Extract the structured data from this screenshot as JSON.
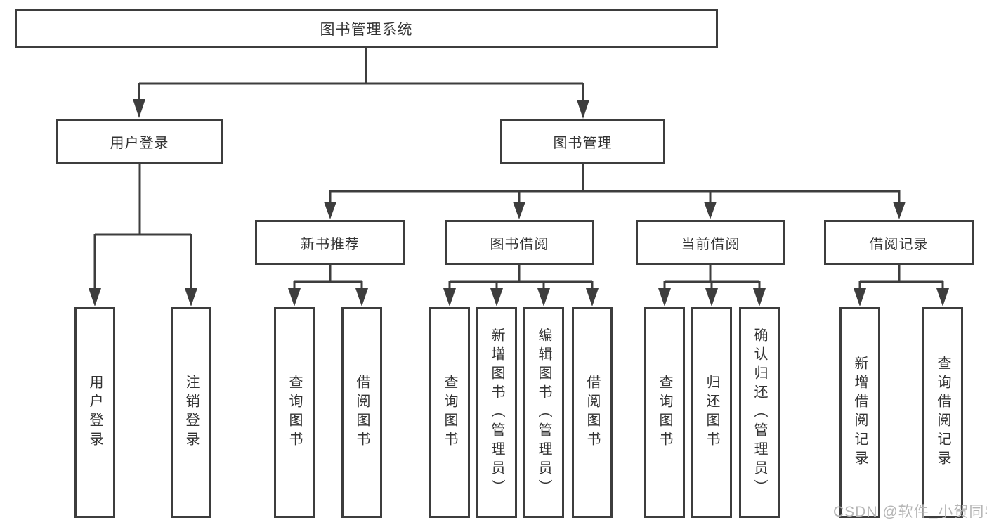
{
  "diagram": {
    "title": "图书管理系统",
    "root": {
      "label": "图书管理系统"
    },
    "userLogin": {
      "label": "用户登录",
      "children": [
        "用户登录",
        "注销登录"
      ]
    },
    "bookMgmt": {
      "label": "图书管理",
      "sections": [
        {
          "label": "新书推荐",
          "children": [
            "查询图书",
            "借阅图书"
          ]
        },
        {
          "label": "图书借阅",
          "children": [
            "查询图书",
            "新增图书（管理员）",
            "编辑图书（管理员）",
            "借阅图书"
          ]
        },
        {
          "label": "当前借阅",
          "children": [
            "查询图书",
            "归还图书",
            "确认归还（管理员）"
          ]
        },
        {
          "label": "借阅记录",
          "children": [
            "新增借阅记录",
            "查询借阅记录"
          ]
        }
      ]
    },
    "watermark": "CSDN @软件_小贺同学",
    "colors": {
      "line": "#3d3d3d",
      "text": "#333333",
      "box_background": "#ffffff",
      "watermark": "#b5b5b5",
      "background": "#ffffff"
    }
  }
}
